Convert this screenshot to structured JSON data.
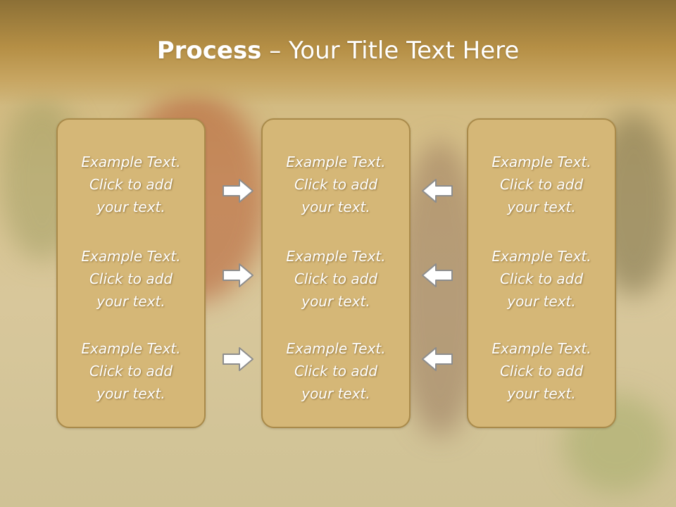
{
  "slide": {
    "title_bold": "Process",
    "title_rest": " – Your Title Text Here"
  },
  "columns": [
    {
      "items": [
        [
          "Example Text.",
          "Click  to add",
          "your text."
        ],
        [
          "Example Text.",
          "Click  to add",
          "your text."
        ],
        [
          "Example Text.",
          "Click  to add",
          "your text."
        ]
      ]
    },
    {
      "items": [
        [
          "Example Text.",
          "Click  to add",
          "your text."
        ],
        [
          "Example Text.",
          "Click  to add",
          "your text."
        ],
        [
          "Example Text.",
          "Click  to add",
          "your text."
        ]
      ]
    },
    {
      "items": [
        [
          "Example Text.",
          "Click  to add",
          "your text."
        ],
        [
          "Example Text.",
          "Click  to add",
          "your text."
        ],
        [
          "Example Text.",
          "Click  to add",
          "your text."
        ]
      ]
    }
  ],
  "arrows": {
    "left_group": [
      "right-arrow-icon",
      "right-arrow-icon",
      "right-arrow-icon"
    ],
    "right_group": [
      "left-arrow-icon",
      "left-arrow-icon",
      "left-arrow-icon"
    ]
  },
  "colors": {
    "header": "#b58f45",
    "box_fill": "#d5b777",
    "box_border": "#a98a4a",
    "text": "#ffffff"
  }
}
